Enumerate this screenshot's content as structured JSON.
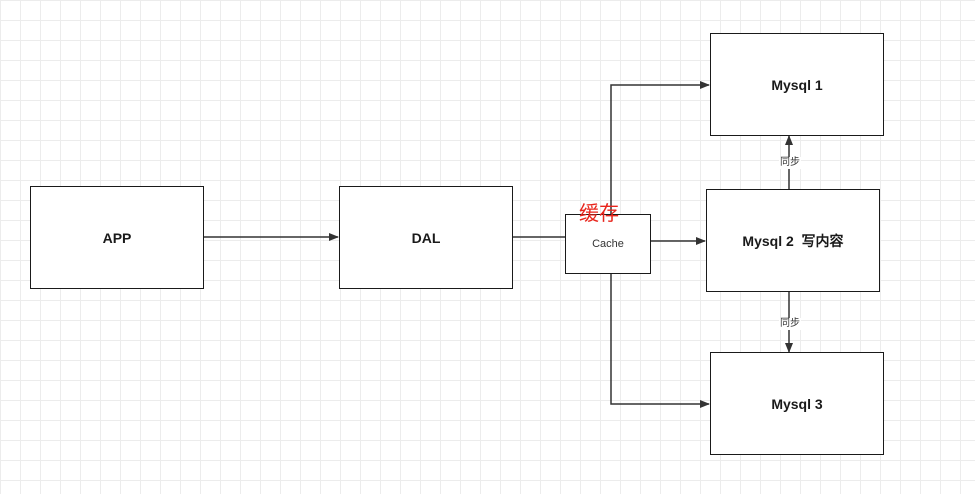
{
  "diagram": {
    "nodes": {
      "app": "APP",
      "dal": "DAL",
      "cache": "Cache",
      "mysql1": "Mysql 1",
      "mysql2": "Mysql 2  写内容",
      "mysql3": "Mysql 3"
    },
    "annotations": {
      "cache_note": "缓存",
      "sync_upper": "同步",
      "sync_lower": "同步"
    }
  },
  "colors": {
    "line": "#333333",
    "box_border": "#1a1a1a",
    "annotation": "#e8251c",
    "grid": "#ececec"
  }
}
